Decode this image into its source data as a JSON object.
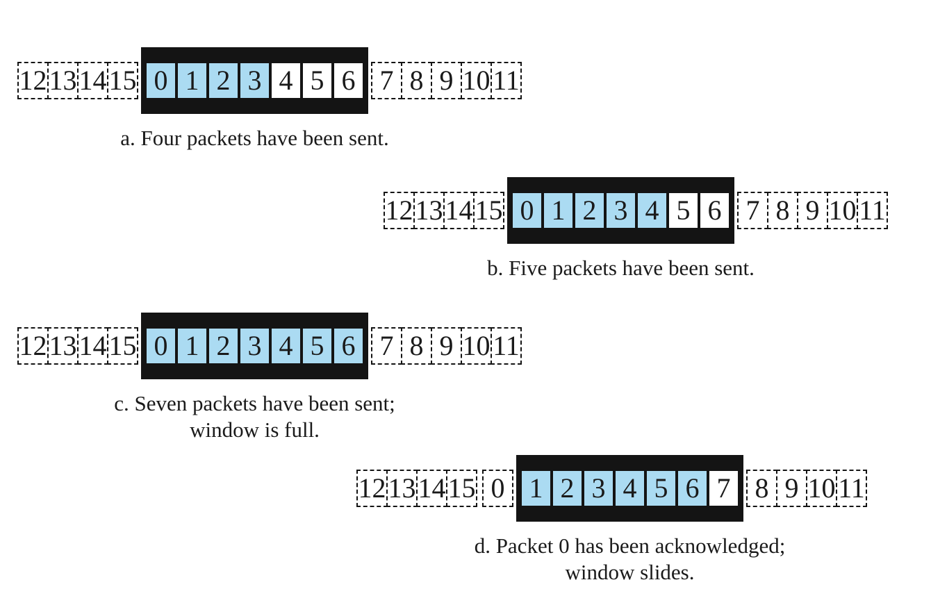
{
  "figure": {
    "colors": {
      "sent_fill": "#abdbf2",
      "unsent_fill": "#ffffff",
      "window_bar": "#141414",
      "border_line": "#141414",
      "text": "#1a1a1a",
      "background": "#ffffff"
    },
    "diagrams": [
      {
        "id": "a",
        "left_groups": [
          [
            "12",
            "13",
            "14",
            "15"
          ]
        ],
        "window": [
          {
            "n": "0",
            "sent": true
          },
          {
            "n": "1",
            "sent": true
          },
          {
            "n": "2",
            "sent": true
          },
          {
            "n": "3",
            "sent": true
          },
          {
            "n": "4",
            "sent": false
          },
          {
            "n": "5",
            "sent": false
          },
          {
            "n": "6",
            "sent": false
          }
        ],
        "right_groups": [
          [
            "7",
            "8",
            "9",
            "10",
            "11"
          ]
        ],
        "caption": [
          "a. Four packets have been sent."
        ]
      },
      {
        "id": "b",
        "left_groups": [
          [
            "12",
            "13",
            "14",
            "15"
          ]
        ],
        "window": [
          {
            "n": "0",
            "sent": true
          },
          {
            "n": "1",
            "sent": true
          },
          {
            "n": "2",
            "sent": true
          },
          {
            "n": "3",
            "sent": true
          },
          {
            "n": "4",
            "sent": true
          },
          {
            "n": "5",
            "sent": false
          },
          {
            "n": "6",
            "sent": false
          }
        ],
        "right_groups": [
          [
            "7",
            "8",
            "9",
            "10",
            "11"
          ]
        ],
        "caption": [
          "b. Five packets have been sent."
        ]
      },
      {
        "id": "c",
        "left_groups": [
          [
            "12",
            "13",
            "14",
            "15"
          ]
        ],
        "window": [
          {
            "n": "0",
            "sent": true
          },
          {
            "n": "1",
            "sent": true
          },
          {
            "n": "2",
            "sent": true
          },
          {
            "n": "3",
            "sent": true
          },
          {
            "n": "4",
            "sent": true
          },
          {
            "n": "5",
            "sent": true
          },
          {
            "n": "6",
            "sent": true
          }
        ],
        "right_groups": [
          [
            "7",
            "8",
            "9",
            "10",
            "11"
          ]
        ],
        "caption": [
          "c. Seven packets have been sent;",
          "window is full."
        ]
      },
      {
        "id": "d",
        "left_groups": [
          [
            "12",
            "13",
            "14",
            "15"
          ],
          [
            "0"
          ]
        ],
        "window": [
          {
            "n": "1",
            "sent": true
          },
          {
            "n": "2",
            "sent": true
          },
          {
            "n": "3",
            "sent": true
          },
          {
            "n": "4",
            "sent": true
          },
          {
            "n": "5",
            "sent": true
          },
          {
            "n": "6",
            "sent": true
          },
          {
            "n": "7",
            "sent": false
          }
        ],
        "right_groups": [
          [
            "8",
            "9",
            "10",
            "11"
          ]
        ],
        "caption": [
          "d. Packet 0 has been acknowledged;",
          "window slides."
        ]
      }
    ]
  }
}
